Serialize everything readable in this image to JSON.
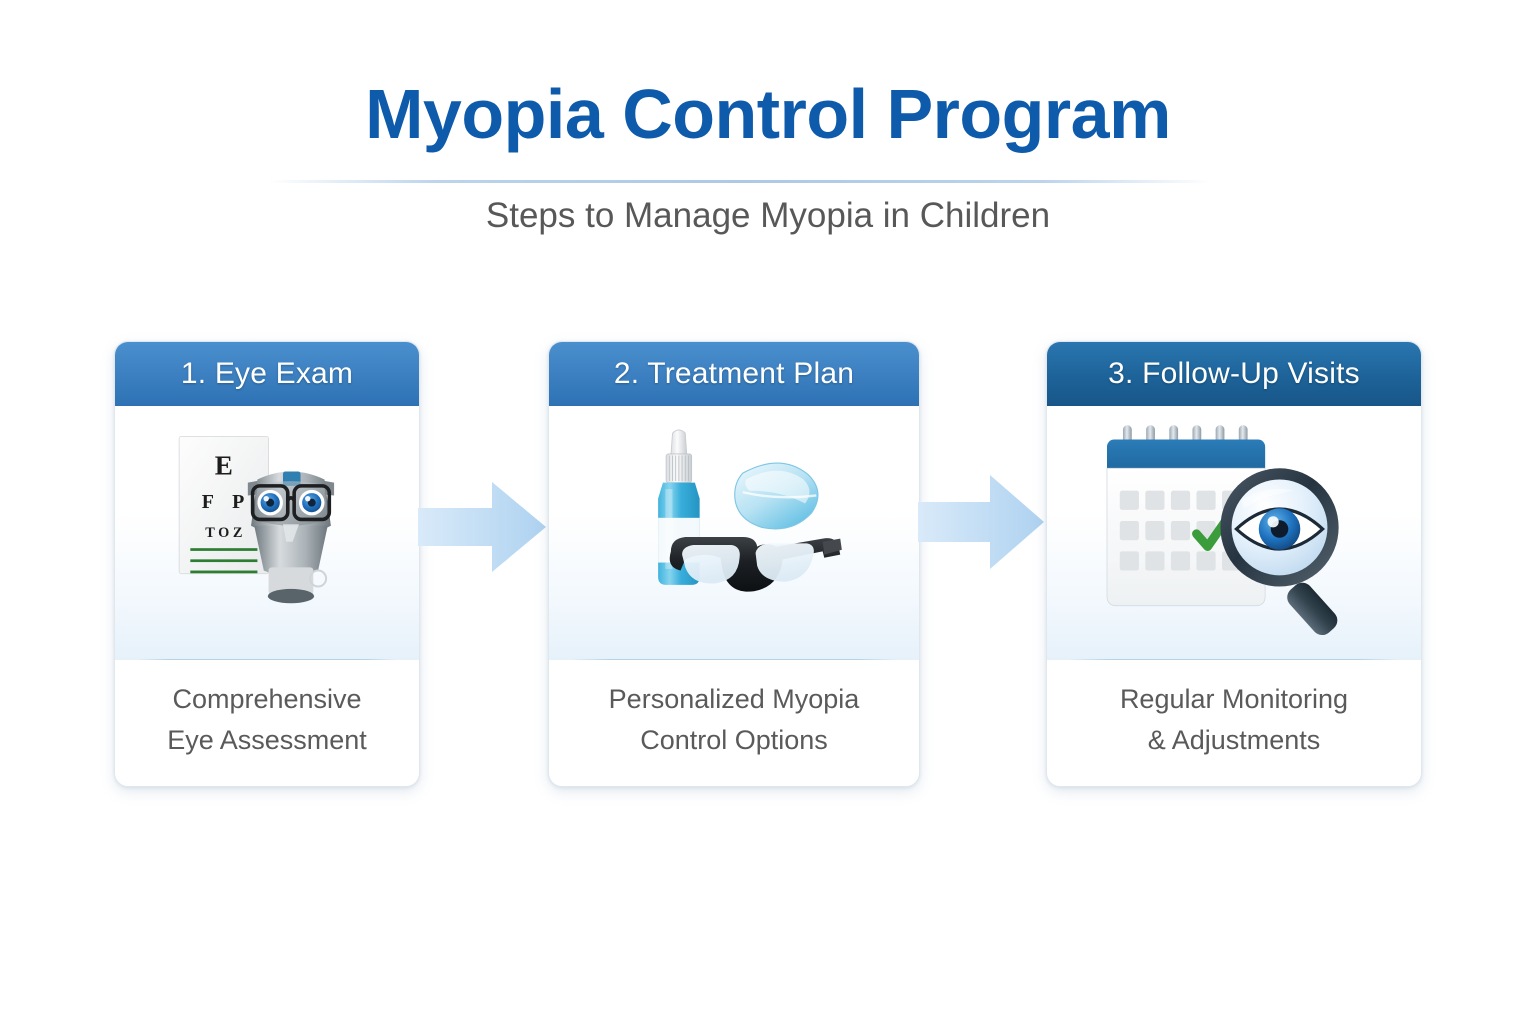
{
  "header": {
    "title": "Myopia Control Program",
    "subtitle": "Steps to Manage Myopia in Children",
    "title_color": "#0f5bab",
    "subtitle_color": "#585858"
  },
  "flow": {
    "arrow_color": "#bcdaf2",
    "arrows": [
      "flow-arrow-right",
      "flow-arrow-right"
    ],
    "cards": [
      {
        "step_title": "1. Eye Exam",
        "caption_line_1": "Comprehensive",
        "caption_line_2": "Eye Assessment",
        "header_color": "#3b7fc0",
        "icons": [
          "eye-chart-icon",
          "phoropter-icon"
        ],
        "eye_chart_rows": [
          "E",
          "F P",
          "T O Z"
        ],
        "eye_chart_line_color": "#2e7d32"
      },
      {
        "step_title": "2. Treatment Plan",
        "caption_line_1": "Personalized Myopia",
        "caption_line_2": "Control Options",
        "header_color": "#3b7fc0",
        "icons": [
          "eye-drop-bottle-icon",
          "contact-lens-icon",
          "eyeglasses-icon"
        ],
        "bottle_color": "#42b6e0",
        "glasses_color": "#262626"
      },
      {
        "step_title": "3. Follow-Up Visits",
        "caption_line_1": "Regular Monitoring",
        "caption_line_2": "& Adjustments",
        "header_color": "#1d6399",
        "icons": [
          "calendar-icon",
          "magnifier-eye-icon",
          "check-icon"
        ],
        "calendar_header_color": "#1f6aa8",
        "check_color": "#3a9c3a",
        "calendar_rings": 6,
        "calendar_rows": 3,
        "calendar_cols": 6
      }
    ]
  }
}
